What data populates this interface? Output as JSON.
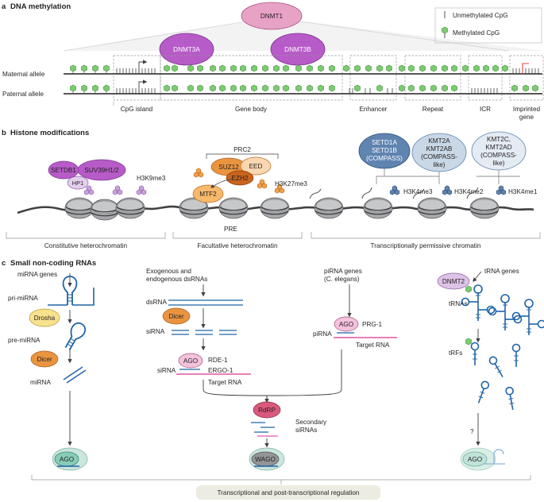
{
  "panel_a": {
    "letter": "a",
    "title": "DNA methylation",
    "enzymes": {
      "dnmt1": "DNMT1",
      "dnmt3a": "DNMT3A",
      "dnmt3b": "DNMT3B"
    },
    "legend": {
      "unmethylated": "Unmethylated CpG",
      "methylated": "Methylated CpG"
    },
    "alleles": {
      "maternal": "Maternal allele",
      "paternal": "Paternal allele"
    },
    "regions": {
      "cpg_island": "CpG island",
      "gene_body": "Gene body",
      "enhancer": "Enhancer",
      "repeat": "Repeat",
      "icr": "ICR",
      "imprinted_1": "Imprinted",
      "imprinted_2": "gene"
    }
  },
  "panel_b": {
    "letter": "b",
    "title": "Histone modifications",
    "proteins": {
      "setdb1": "SETDB1",
      "suv39": "SUV39H1/2",
      "hp1": "HP1",
      "prc2": "PRC2",
      "suz12": "SUZ12",
      "eed": "EED",
      "ezh2": "EZH2",
      "mtf2": "MTF2",
      "setd1_1": "SETD1A",
      "setd1_2": "SETD1B",
      "setd1_3": "(COMPASS)",
      "kmt2a_1": "KMT2A",
      "kmt2a_2": "KMT2AB",
      "kmt2a_3": "(COMPASS-",
      "kmt2a_4": "like)",
      "kmt2c_1": "KMT2C,",
      "kmt2c_2": "KMT2AD",
      "kmt2c_3": "(COMPASS-",
      "kmt2c_4": "like)"
    },
    "marks": {
      "h3k9me3": "H3K9me3",
      "h3k27me3": "H3K27me3",
      "h3k4me3": "H3K4me3",
      "h3k4me2": "H3K4me2",
      "h3k4me1": "H3K4me1"
    },
    "pre": "PRE",
    "domains": {
      "constitutive": "Constitutive heterochromatin",
      "facultative": "Facultative heterochromatin",
      "permissive": "Transcriptionally permissive chromatin"
    }
  },
  "panel_c": {
    "letter": "c",
    "title": "Small non-coding RNAs",
    "mirna": {
      "genes": "miRNA genes",
      "pri": "pri-miRNA",
      "drosha": "Drosha",
      "pre": "pre-miRNA",
      "dicer": "Dicer",
      "mirna": "miRNA",
      "ago": "AGO"
    },
    "sirna": {
      "source_1": "Exogenous and",
      "source_2": "endogenous dsRNAs",
      "dsrna": "dsRNA",
      "dicer": "Dicer",
      "sirna": "siRNA",
      "ago": "AGO",
      "rde1": "RDE-1",
      "ergo1": "ERGO-1",
      "sirna2": "siRNA",
      "target": "Target RNA",
      "rdrp": "RdRP",
      "secondary_1": "Secondary",
      "secondary_2": "siRNAs",
      "wago": "WAGO"
    },
    "pirna": {
      "genes_1": "piRNA genes",
      "genes_2": "(C. elegans)",
      "pirna": "piRNA",
      "ago": "AGO",
      "prg1": "PRG-1",
      "target": "Target RNA"
    },
    "trna": {
      "genes": "tRNA genes",
      "dnmt2": "DNMT2",
      "trnas": "tRNAs",
      "trfs": "tRFs",
      "question": "?",
      "ago": "AGO"
    },
    "outcome": "Transcriptional and post-transcriptional regulation"
  },
  "colors": {
    "purple": "#b75bc8",
    "light_purple": "#ddc3e6",
    "orange": "#ea9440",
    "blue": "#5f84b0",
    "light_blue": "#c9d7e6",
    "green": "#7ccb71",
    "pink": "#e8a2c6",
    "teal": "#cbe6de",
    "red": "#e8473a"
  }
}
